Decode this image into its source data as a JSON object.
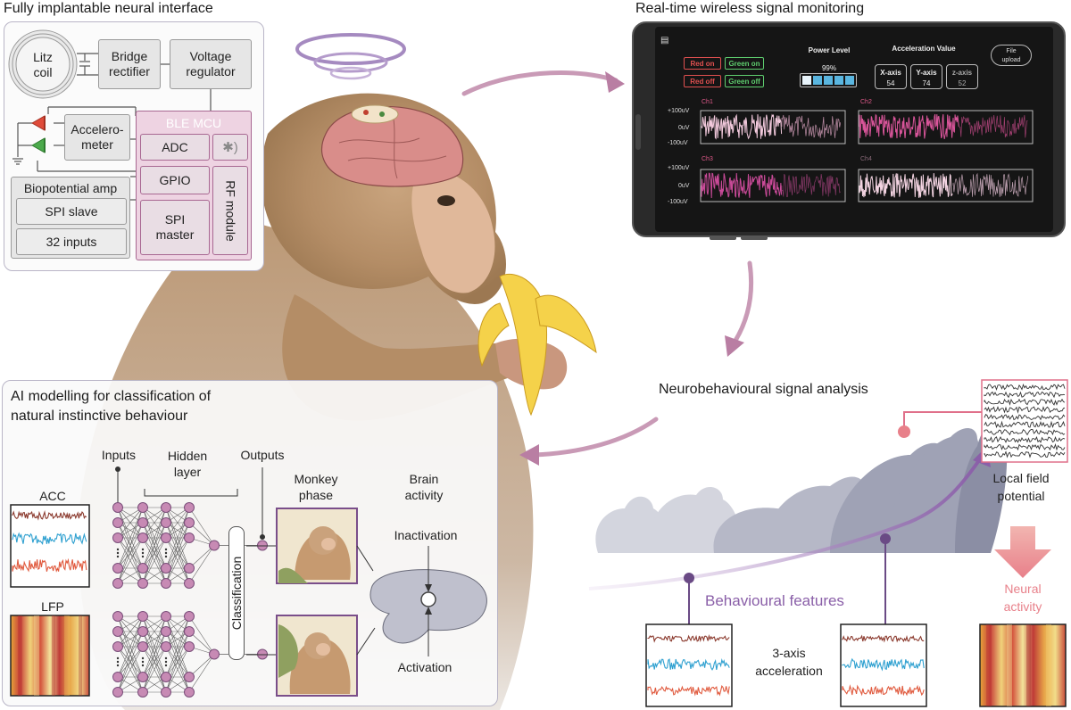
{
  "panels": {
    "interface_title": "Fully implantable neural interface",
    "monitoring_title": "Real-time wireless signal monitoring",
    "analysis_title": "Neurobehavioural signal analysis",
    "ai_title_line1": "AI modelling for classification of",
    "ai_title_line2": "natural instinctive behaviour"
  },
  "circuit": {
    "litz_coil": [
      "Litz",
      "coil"
    ],
    "bridge_rectifier": [
      "Bridge",
      "rectifier"
    ],
    "voltage_regulator": [
      "Voltage",
      "regulator"
    ],
    "accelerometer": [
      "Accelero-",
      "meter"
    ],
    "ble_mcu": "BLE MCU",
    "adc": "ADC",
    "gpio": "GPIO",
    "spi_master": [
      "SPI",
      "master"
    ],
    "rf_module": "RF module",
    "biopotential_amp": "Biopotential amp",
    "spi_slave": "SPI slave",
    "inputs32": "32 inputs"
  },
  "phone": {
    "red_on": "Red on",
    "red_off": "Red off",
    "green_on": "Green on",
    "green_off": "Green off",
    "power_level": "Power Level",
    "power_percent": "99%",
    "power_fraction": 0.99,
    "acceleration_value": "Acceleration Value",
    "x_axis": "X-axis",
    "x_val": "54",
    "y_axis": "Y-axis",
    "y_val": "74",
    "z_axis": "z-axis",
    "z_val": "52",
    "file_upload": [
      "File",
      "upload"
    ],
    "channels": [
      "Ch1",
      "Ch2",
      "Ch3",
      "Ch4"
    ],
    "scale_top": "+100uV",
    "scale_mid": "0uV",
    "scale_bottom": "-100uV"
  },
  "ai": {
    "inputs": "Inputs",
    "hidden_layer": [
      "Hidden",
      "layer"
    ],
    "outputs": "Outputs",
    "monkey_phase": [
      "Monkey",
      "phase"
    ],
    "brain_activity": [
      "Brain",
      "activity"
    ],
    "classification": "Classification",
    "acc": "ACC",
    "lfp": "LFP",
    "inactivation": "Inactivation",
    "activation": "Activation"
  },
  "analysis": {
    "local_field_potential": [
      "Local field",
      "potential"
    ],
    "behavioural_features": "Behavioural features",
    "neural_activity": [
      "Neural",
      "activity"
    ],
    "three_axis": [
      "3-axis",
      "acceleration"
    ]
  },
  "colors": {
    "mcu_purple": "#a86892",
    "arrow_mauve": "#b97ea3",
    "neural_pink": "#e8808a",
    "feature_purple": "#8a5fa8"
  }
}
